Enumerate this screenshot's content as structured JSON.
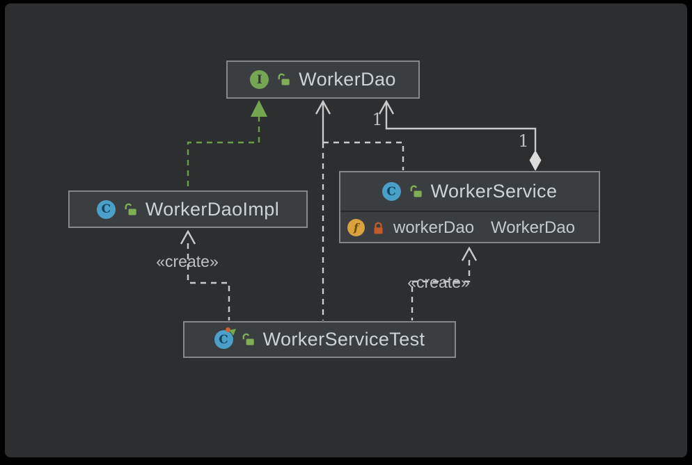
{
  "diagram": {
    "kind": "uml-class-diagram",
    "background": "#2d2e2f",
    "node_fill": "#3b3e41",
    "node_border": "#85888a",
    "edge_color": "#cacaca",
    "realization_color": "#6b9c4c",
    "interface_icon_color": "#76a653",
    "class_icon_color": "#4aa0c8",
    "field_icon_color": "#d9a23c",
    "private_lock_color": "#c45a2b"
  },
  "icon_glyphs": {
    "interface": "I",
    "class": "C",
    "field": "f"
  },
  "nodes": {
    "workerDao": {
      "title": "WorkerDao",
      "kind": "interface",
      "visibility": "public"
    },
    "workerDaoImpl": {
      "title": "WorkerDaoImpl",
      "kind": "class",
      "visibility": "public"
    },
    "workerService": {
      "title": "WorkerService",
      "kind": "class",
      "visibility": "public",
      "fields": [
        {
          "name": "workerDao",
          "type": "WorkerDao",
          "visibility": "private"
        }
      ]
    },
    "workerServiceTest": {
      "title": "WorkerServiceTest",
      "kind": "test-class",
      "visibility": "public"
    }
  },
  "edge_labels": {
    "create_left": "«create»",
    "create_right": "«create»",
    "multiplicity_dao": "1",
    "multiplicity_service": "1"
  }
}
